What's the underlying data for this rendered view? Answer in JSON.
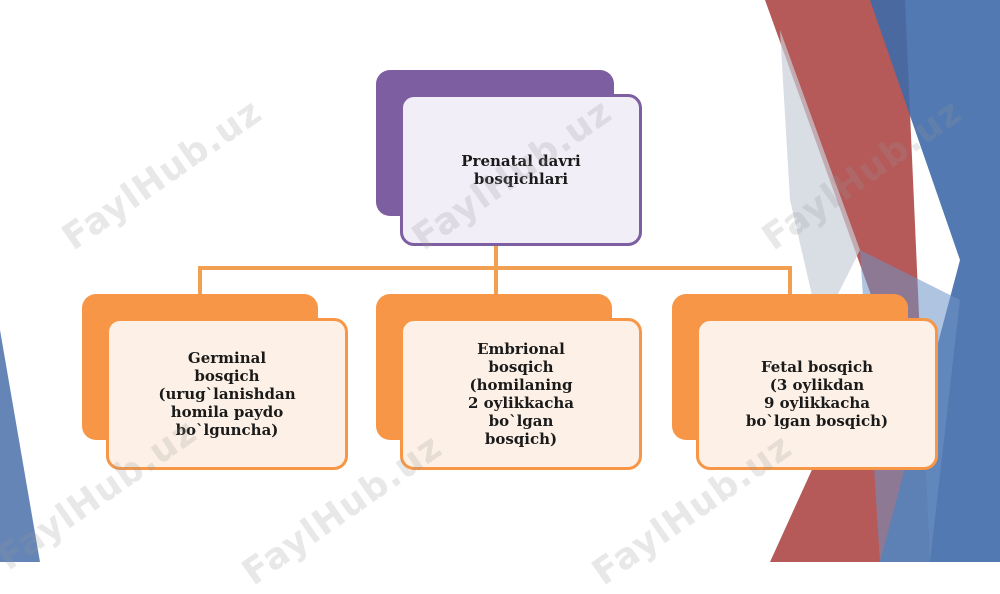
{
  "diagram": {
    "root": {
      "label": "Prenatal davri\nbosqichlari"
    },
    "stages": [
      {
        "label": "Germinal\nbosqich\n(urug`lanishdan\nhomila paydo\nbo`lguncha)"
      },
      {
        "label": "Embrional\nbosqich\n(homilaning\n2 oylikkacha\nbo`lgan\nbosqich)"
      },
      {
        "label": "Fetal bosqich\n(3 oylikdan\n9 oylikkacha\nbo`lgan bosqich)"
      }
    ]
  },
  "watermark": {
    "text": "FaylHub.uz"
  },
  "colors": {
    "root_back": "#7d5ea0",
    "root_border": "#7d5ea0",
    "root_fill": "#f1eef7",
    "stage_back": "#f79646",
    "stage_border": "#f79646",
    "stage_fill": "#fdf1e7",
    "connector": "#f0a050",
    "accent_red": "#a33a3a",
    "accent_blue": "#3f6aa8"
  }
}
